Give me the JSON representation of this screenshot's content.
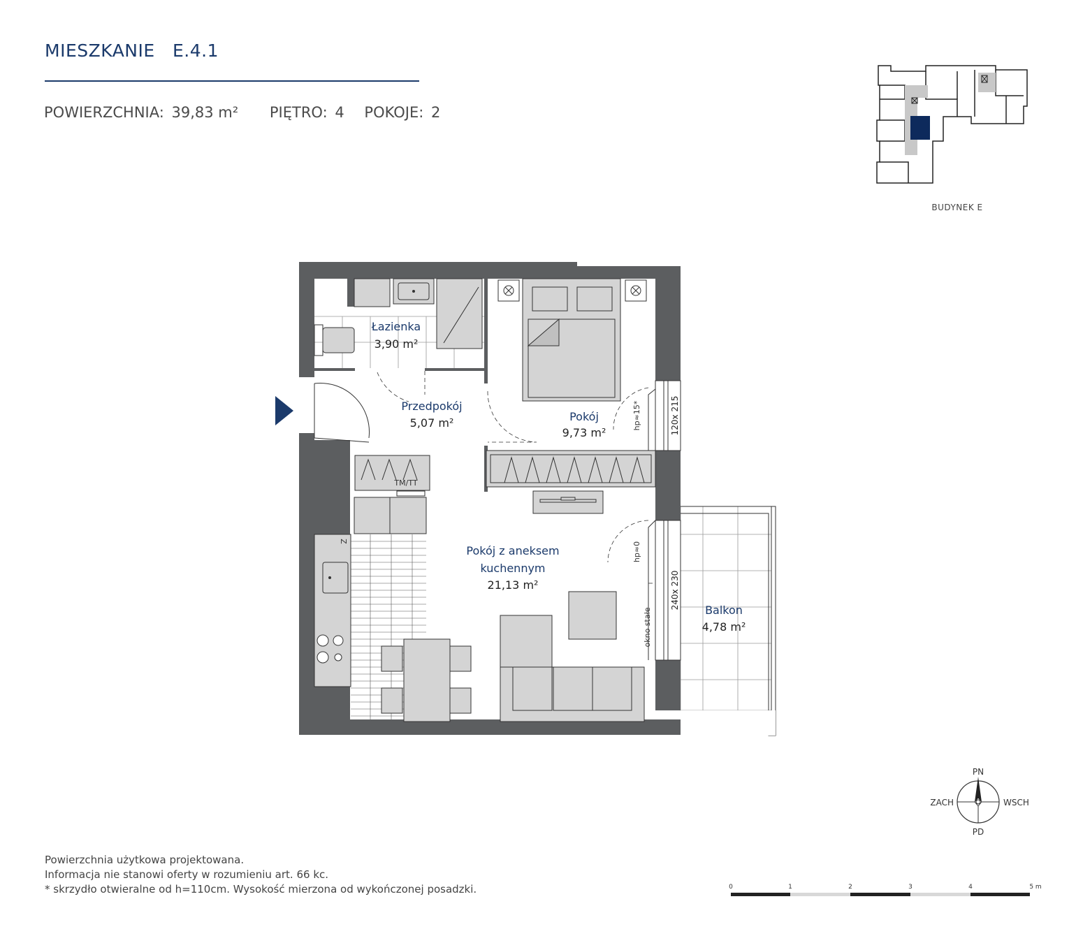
{
  "header": {
    "title_word": "MIESZKANIE",
    "apartment_code": "E.4.1",
    "area_label": "POWIERZCHNIA:",
    "area_value": "39,83 m²",
    "floor_label": "PIĘTRO:",
    "floor_value": "4",
    "rooms_label": "POKOJE:",
    "rooms_value": "2"
  },
  "keyplan": {
    "building_label": "BUDYNEK E"
  },
  "rooms": {
    "bathroom": {
      "name": "Łazienka",
      "area": "3,90 m²"
    },
    "hallway": {
      "name": "Przedpokój",
      "area": "5,07 m²"
    },
    "bedroom": {
      "name": "Pokój",
      "area": "9,73 m²"
    },
    "living": {
      "name_line1": "Pokój z aneksem",
      "name_line2": "kuchennym",
      "area": "21,13 m²"
    },
    "balcony": {
      "name": "Balkon",
      "area": "4,78 m²"
    }
  },
  "annotations": {
    "washer_dryer": "TM/TT",
    "fridge": "Z",
    "window_bedroom": "120x 215",
    "window_living": "240x 230",
    "hp_bedroom": "hp≈15*",
    "hp_living": "hp≈0",
    "fixed_window": "okno stałe"
  },
  "compass": {
    "north": "PN",
    "south": "PD",
    "west": "ZACH",
    "east": "WSCH"
  },
  "scale_bar": {
    "labels": [
      "0",
      "1",
      "2",
      "3",
      "4",
      "5 m"
    ]
  },
  "footer": {
    "line1": "Powierzchnia użytkowa projektowana.",
    "line2": "Informacja nie stanowi oferty w rozumieniu art. 66 kc.",
    "line3": "* skrzydło otwieralne od h=110cm. Wysokość mierzona od wykończonej posadzki."
  },
  "colors": {
    "accent": "#1b3a6b",
    "wall": "#5c5e60",
    "furniture": "#d4d4d4",
    "highlight": "#0d2a5c"
  }
}
